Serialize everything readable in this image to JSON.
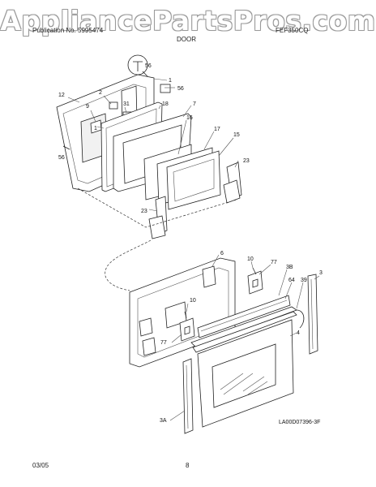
{
  "watermark": "AppliancePartsPros.com",
  "header": {
    "left": "Publication No. 5995474",
    "right": "FEF350CQ",
    "section": "DOOR"
  },
  "footer": {
    "date": "03/05",
    "page": "8"
  },
  "diagram_code": "LA00D07396-3F",
  "callouts": [
    "56",
    "1",
    "56",
    "12",
    "2",
    "9",
    "31",
    "18",
    "7",
    "1",
    "16",
    "17",
    "15",
    "56",
    "23",
    "23",
    "6",
    "10",
    "77",
    "3B",
    "64",
    "39",
    "3",
    "10",
    "77",
    "4",
    "3A"
  ]
}
